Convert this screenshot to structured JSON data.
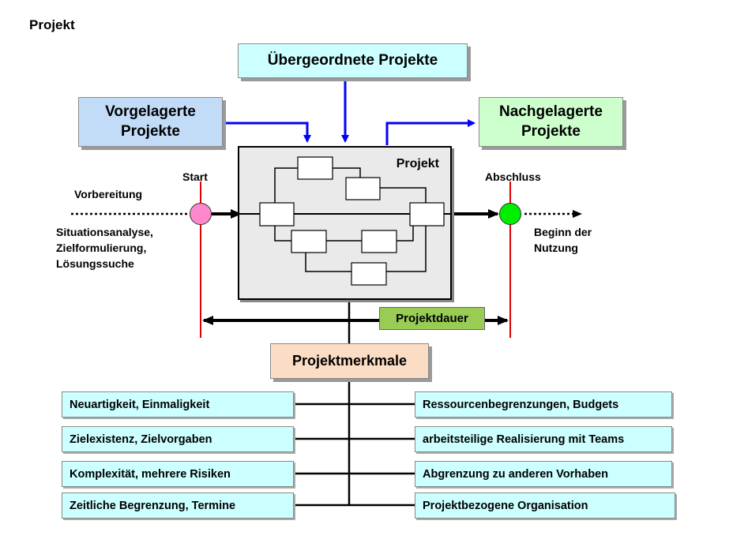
{
  "page": {
    "title": "Projekt"
  },
  "boxes": {
    "uebergeordnete": "Übergeordnete Projekte",
    "vorgelagerte": [
      "Vorgelagerte",
      "Projekte"
    ],
    "nachgelagerte": [
      "Nachgelagerte",
      "Projekte"
    ],
    "projekt": "Projekt",
    "projektdauer": "Projektdauer",
    "projektmerkmale": "Projektmerkmale"
  },
  "milestones": {
    "start": "Start",
    "abschluss": "Abschluss",
    "start_color": "#ff88cc",
    "abschluss_color": "#00ee00"
  },
  "left_side": {
    "label": "Vorbereitung",
    "activities": [
      "Situationsanalyse,",
      "Zielformulierung,",
      "Lösungssuche"
    ]
  },
  "right_side": {
    "activities": [
      "Beginn der",
      "Nutzung"
    ]
  },
  "features_left": [
    "Neuartigkeit, Einmaligkeit",
    "Zielexistenz, Zielvorgaben",
    "Komplexität, mehrere Risiken",
    "Zeitliche Begrenzung, Termine"
  ],
  "features_right": [
    "Ressourcenbegrenzungen, Budgets",
    "arbeitsteilige Realisierung mit Teams",
    "Abgrenzung zu anderen Vorhaben",
    "Projektbezogene Organisation"
  ],
  "colors": {
    "ueber_fill": "#ccffff",
    "vor_fill": "#c2dcf8",
    "nach_fill": "#ccffcc",
    "dauer_fill": "#99cc55",
    "merkmale_fill": "#fbdcc4",
    "feature_fill": "#ccffff",
    "relation_arrow": "#0000ff",
    "red_line": "#dd0000"
  }
}
